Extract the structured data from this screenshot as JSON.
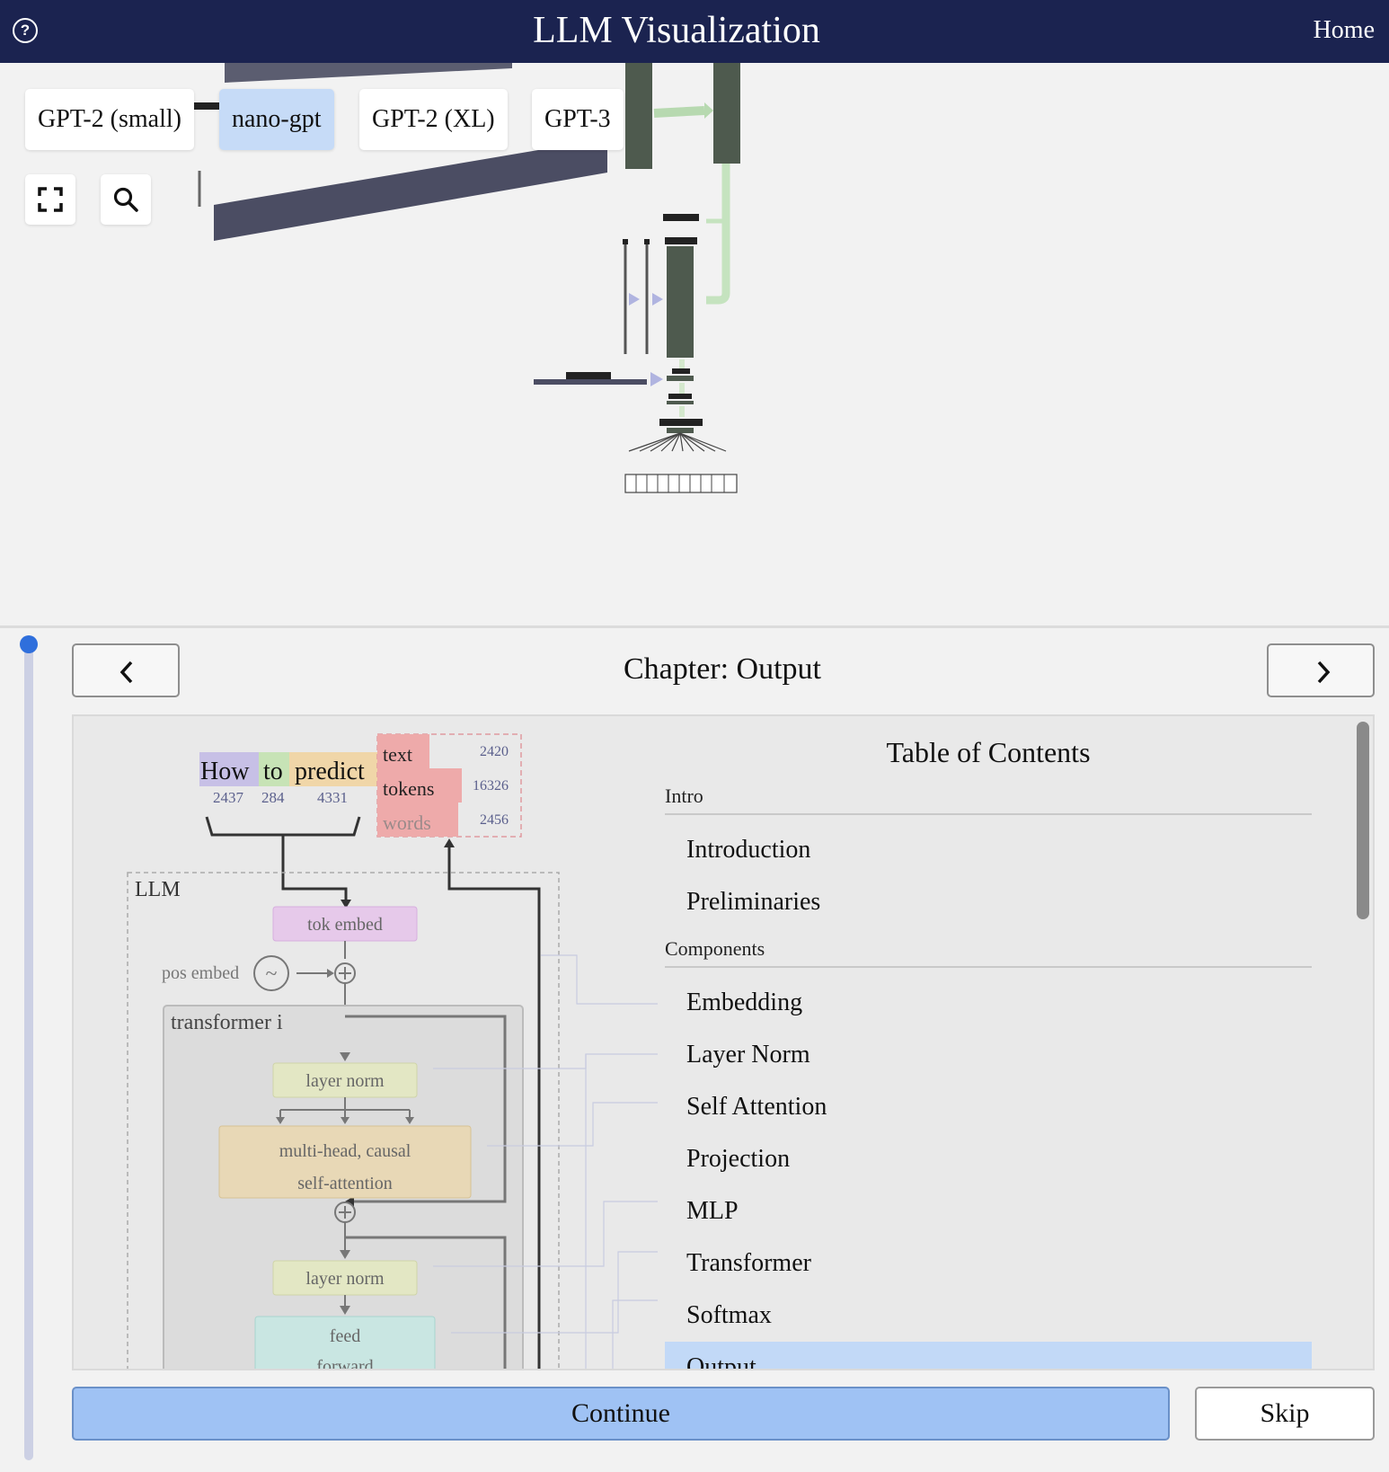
{
  "header": {
    "title": "LLM Visualization",
    "help_icon": "question-circle-icon",
    "home_label": "Home"
  },
  "models": {
    "buttons": [
      "GPT-2 (small)",
      "nano-gpt",
      "GPT-2 (XL)",
      "GPT-3"
    ],
    "selected": "nano-gpt"
  },
  "tools": {
    "expand_icon": "expand-icon",
    "search_icon": "search-icon"
  },
  "panel": {
    "chapter_title": "Chapter: Output",
    "prev_icon": "chevron-left-icon",
    "next_icon": "chevron-right-icon",
    "continue_label": "Continue",
    "skip_label": "Skip"
  },
  "diagram": {
    "tokens": [
      {
        "word": "How",
        "id": "2437",
        "color": "#c7c0e6"
      },
      {
        "word": "to",
        "id": "284",
        "color": "#c7e3b6"
      },
      {
        "word": "predict",
        "id": "4331",
        "color": "#f0d6a8"
      }
    ],
    "legend": [
      {
        "label": "text",
        "value": "2420"
      },
      {
        "label": "tokens",
        "value": "16326"
      },
      {
        "label": "words",
        "value": "2456"
      }
    ],
    "llm_label": "LLM",
    "tok_embed": "tok embed",
    "pos_embed": "pos embed",
    "transformer_label": "transformer i",
    "layer_norm_1": "layer norm",
    "attention_line1": "multi-head, causal",
    "attention_line2": "self-attention",
    "layer_norm_2": "layer norm",
    "ffn_line1": "feed",
    "ffn_line2": "forward"
  },
  "toc": {
    "title": "Table of Contents",
    "sections": [
      {
        "name": "Intro",
        "items": [
          "Introduction",
          "Preliminaries"
        ]
      },
      {
        "name": "Components",
        "items": [
          "Embedding",
          "Layer Norm",
          "Self Attention",
          "Projection",
          "MLP",
          "Transformer",
          "Softmax",
          "Output"
        ]
      }
    ],
    "current": "Output"
  },
  "colors": {
    "header_bg": "#1b2350",
    "selected_model": "#c6dbf7",
    "continue_bg": "#9fc2f4",
    "progress_dot": "#2f6fdc",
    "toc_current": "#c2d9f7"
  }
}
